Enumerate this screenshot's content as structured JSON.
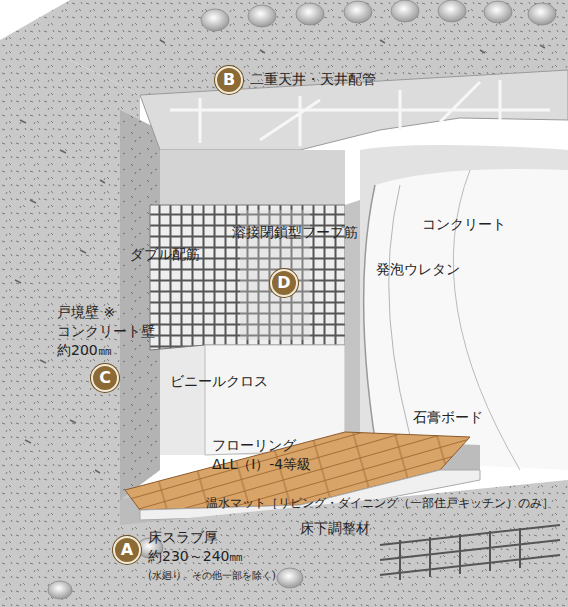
{
  "diagram": {
    "nodes": [
      {
        "text": [
          "B"
        ]
      },
      {
        "text": [
          "D"
        ]
      },
      {
        "text": [
          "C"
        ]
      },
      {
        "text": [
          "A"
        ]
      }
    ],
    "labels": [
      "二重天井・天井配管",
      "溶接閉鎖型フープ筋",
      "ダブル配筋",
      "コンクリート",
      "発泡ウレタン",
      "戸境壁 ※ コンクリート壁 約200㎜",
      "ビニールクロス",
      "石膏ボード",
      "フローリング ΔLL（I）-4等級",
      "温水マット［リビング・ダイニング（一部住戸キッチン）のみ］",
      "床下調整材",
      "床スラブ厚 約230～240㎜",
      "(水廻り、その他一部を除く)"
    ]
  }
}
